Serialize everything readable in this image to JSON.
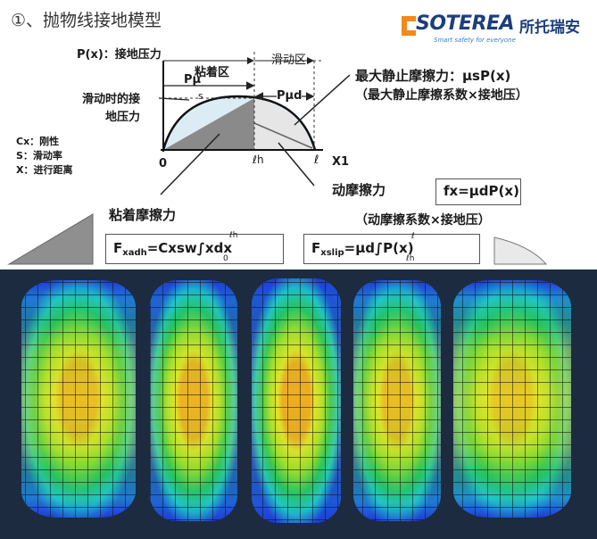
{
  "header": {
    "title": "①、抛物线接地模型"
  },
  "logo": {
    "brand": "SOTEREA",
    "cn_name": "所托瑞安",
    "tagline": "Smart safety for everyone",
    "colors": {
      "brand_orange": "#f08a1c",
      "brand_blue": "#1d3e7a",
      "tagline_blue": "#3a7fc0"
    }
  },
  "diagram": {
    "y_axis_label": "P(x)：接地压力",
    "zone_stick": "粘着区",
    "zone_slip": "滑动区",
    "p_mu": "Pμ",
    "s_label": "s",
    "p_mu_d": "Pμd",
    "slip_pressure_line1": "滑动时的接",
    "slip_pressure_line2": "地压力",
    "legend_cx": "Cx：刚性",
    "legend_s": "S：滑动率",
    "legend_x": "X：进行距离",
    "axis_origin": "0",
    "axis_lh": "ℓh",
    "axis_l": "ℓ",
    "axis_x1": "X1",
    "max_static_line1": "最大静止摩擦力：μsP(x)",
    "max_static_line2": "（最大静止摩擦系数×接地压）",
    "dynamic_friction": "动摩擦力",
    "dynamic_line2": "（动摩擦系数×接地压）",
    "adhesion_friction": "粘着摩擦力",
    "formula_fx": "fx=μdP(x)",
    "formula_adh_f": "F",
    "formula_adh_sub": "xadh",
    "formula_adh_body": "=Cxsw∫xdx",
    "formula_adh_upper": "ℓh",
    "formula_adh_lower": "0",
    "formula_slip_f": "F",
    "formula_slip_sub": "xslip",
    "formula_slip_body": "=μd∫P(x)",
    "formula_slip_upper": "ℓ",
    "formula_slip_lower": "ℓh",
    "colors": {
      "stick_fill": "#8a8a8a",
      "slip_fill": "#d9d9d9",
      "parabola_fill": "#dcecf5",
      "arrow": "#222222"
    }
  },
  "contour": {
    "panel_count": 5,
    "colors": {
      "background": "#1c2b3f",
      "blue": "#1f3bd8",
      "cyan": "#20c6c8",
      "green": "#25c25a",
      "yellow_green": "#a8e02a",
      "yellow": "#e4e32a",
      "orange": "#f0a020",
      "mesh": "#111111"
    }
  }
}
